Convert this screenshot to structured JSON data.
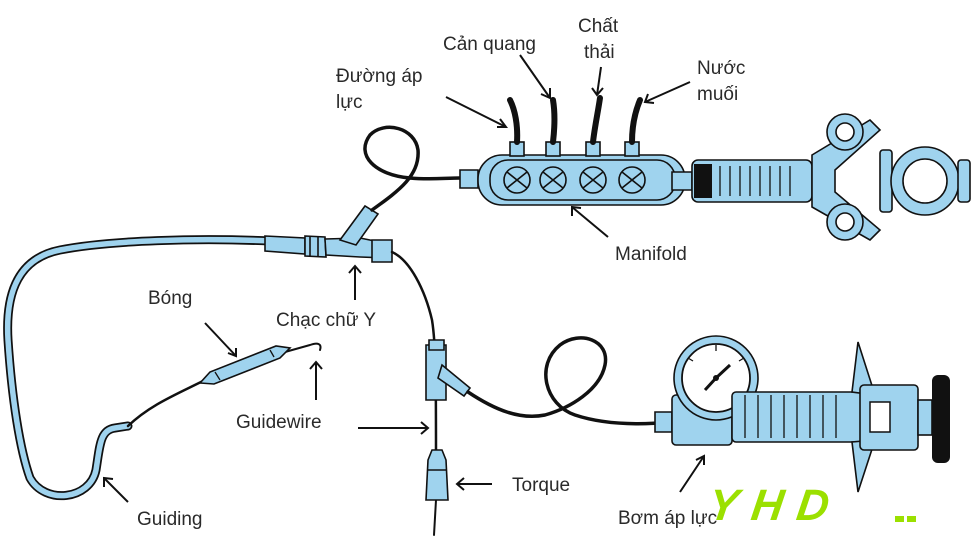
{
  "labels": {
    "duong_ap_luc_1": "Đường áp",
    "duong_ap_luc_2": "lực",
    "can_quang": "Cản quang",
    "chat_thai_1": "Chất",
    "chat_thai_2": "thải",
    "nuoc_muoi_1": "Nước",
    "nuoc_muoi_2": "muối",
    "manifold": "Manifold",
    "bong": "Bóng",
    "chac_chu_y": "Chạc chữ Y",
    "guidewire": "Guidewire",
    "torque": "Torque",
    "guiding": "Guiding",
    "bom_ap_luc": "Bơm áp lực"
  },
  "logo": {
    "text": "YHD",
    "color": "#9be000"
  },
  "colors": {
    "device_fill": "#9fd3ee",
    "outline": "#111111",
    "label_text": "#2a2a2a"
  }
}
